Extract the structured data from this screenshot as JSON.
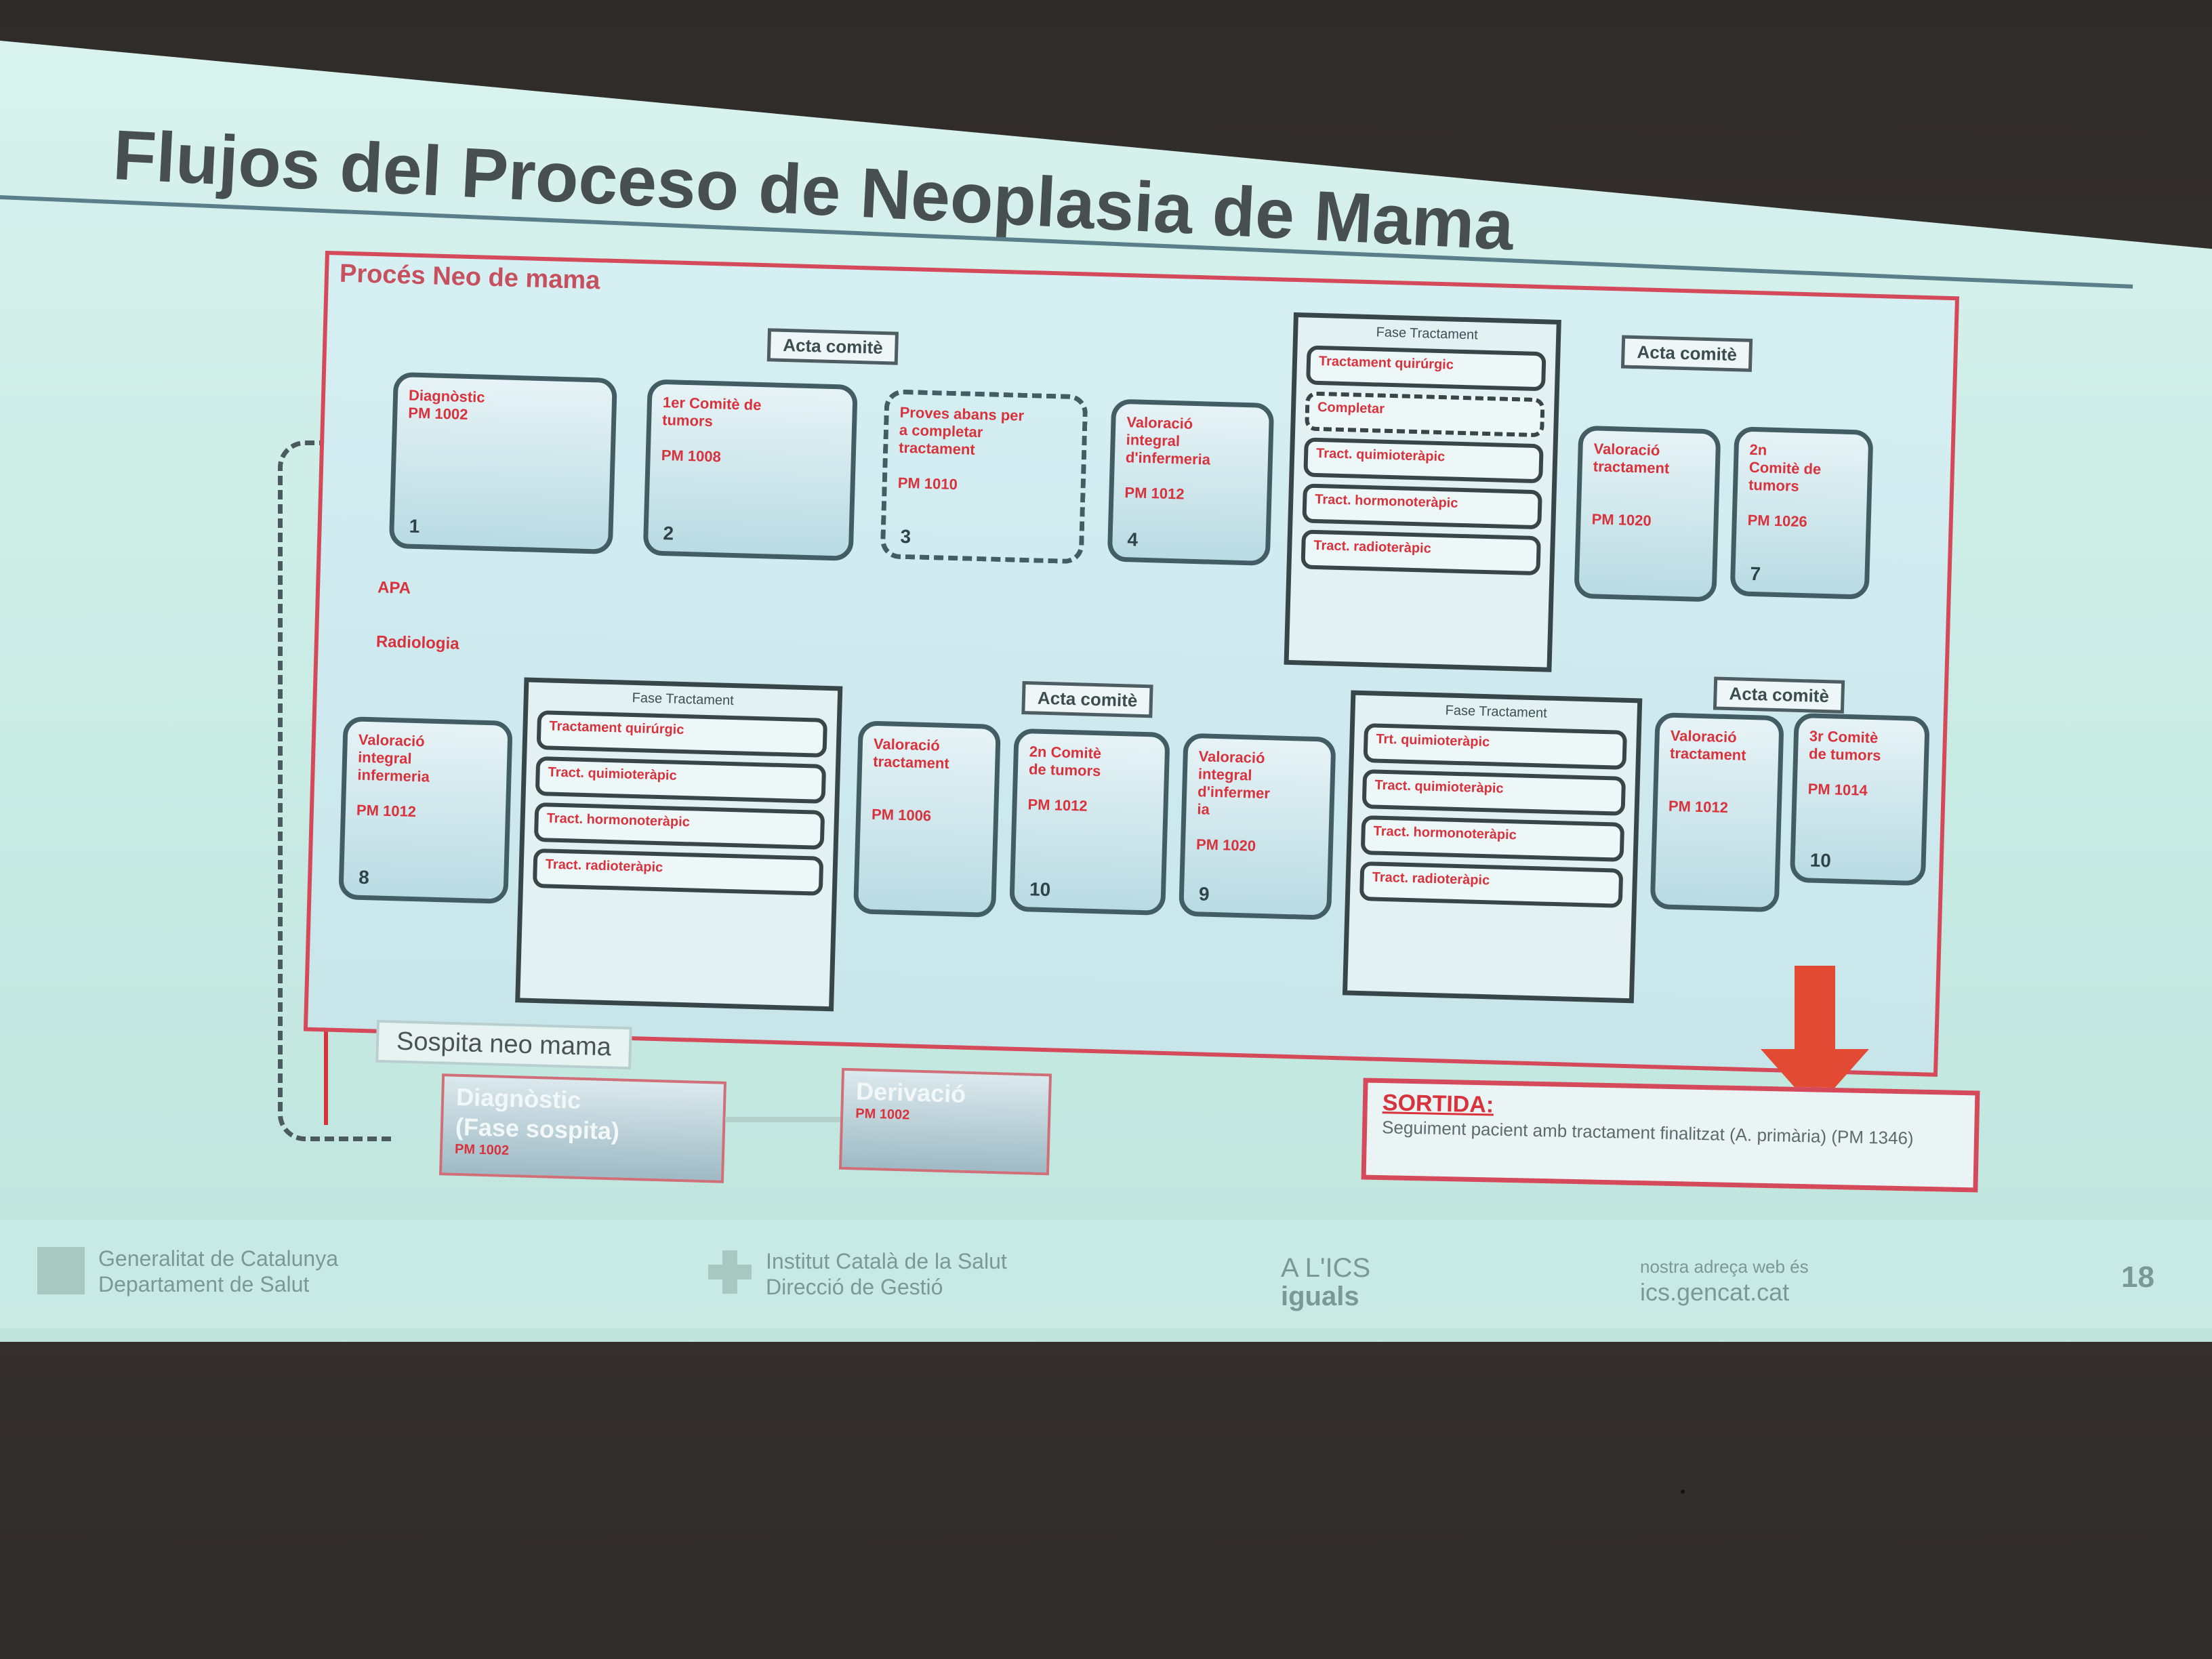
{
  "slide": {
    "title": "Flujos del Proceso de Neoplasia de Mama",
    "page_number": "18"
  },
  "diagram": {
    "label": "Procés Neo de mama",
    "side_labels": [
      "APA",
      "Radiologia"
    ],
    "acta_label": "Acta comitè",
    "top_row": [
      {
        "text": "Diagnòstic\nPM 1002",
        "num": "1"
      },
      {
        "text": "1er Comitè de\ntumors\n\nPM 1008",
        "num": "2"
      },
      {
        "text": "Proves abans per\na completar\ntractament\n\nPM 1010",
        "num": "3"
      },
      {
        "text": "Valoració\nintegral\nd'infermeria\n\nPM 1012",
        "num": "4"
      },
      {
        "text": "Valoració\ntractament\n\n\nPM 1020",
        "num": ""
      },
      {
        "text": "2n\nComitè de\ntumors\n\nPM 1026",
        "num": "7"
      }
    ],
    "bottom_row": [
      {
        "text": "Valoració\nintegral\ninfermeria\n\nPM 1012",
        "num": "8"
      },
      {
        "text": "Valoració\ntractament\n\n\nPM 1006",
        "num": ""
      },
      {
        "text": "2n Comitè\nde tumors\n\nPM 1012",
        "num": "10"
      },
      {
        "text": "Valoració\nintegral\nd'infermer\nia\n\nPM 1020",
        "num": "9"
      },
      {
        "text": "Valoració\ntractament\n\n\nPM 1012",
        "num": ""
      },
      {
        "text": "3r Comitè\nde tumors\n\nPM 1014",
        "num": "10"
      }
    ],
    "phase_a": {
      "title": "Fase Tractament",
      "items": [
        "Tractament quirúrgic",
        "Completar",
        "Tract. quimioteràpic",
        "Tract. hormonoteràpic",
        "Tract. radioteràpic"
      ]
    },
    "phase_b": {
      "title": "Fase Tractament",
      "items": [
        "Tractament quirúrgic",
        "Tract. quimioteràpic",
        "Tract. hormonoteràpic",
        "Tract. radioteràpic"
      ]
    },
    "phase_c": {
      "title": "Fase Tractament",
      "items": [
        "Trt. quimioteràpic",
        "Tract. quimioteràpic",
        "Tract. hormonoteràpic",
        "Tract. radioteràpic"
      ]
    }
  },
  "entry": {
    "start_label": "Sospita neo mama",
    "diagnosis_title": "Diagnòstic\n(Fase sospita)",
    "derivation_title": "Derivació",
    "pm_label": "PM 1002"
  },
  "exit": {
    "title": "SORTIDA:",
    "text": "Seguiment pacient amb tractament finalitzat (A. primària) (PM 1346)"
  },
  "footer": {
    "gov_line1": "Generalitat de Catalunya",
    "gov_line2": "Departament de Salut",
    "ics_line1": "Institut Català de la Salut",
    "ics_line2": "Direcció de Gestió",
    "ics_brand_top": "A L'ICS",
    "ics_brand_bottom": "iguals",
    "web_line1": "nostra adreça web és",
    "web_line2": "ics.gencat.cat"
  },
  "colors": {
    "slide_bg": "#c8ebe4",
    "title_text": "#48504f",
    "accent_red": "#d8323c",
    "box_border": "#425d64",
    "exit_arrow": "#e24a33"
  }
}
